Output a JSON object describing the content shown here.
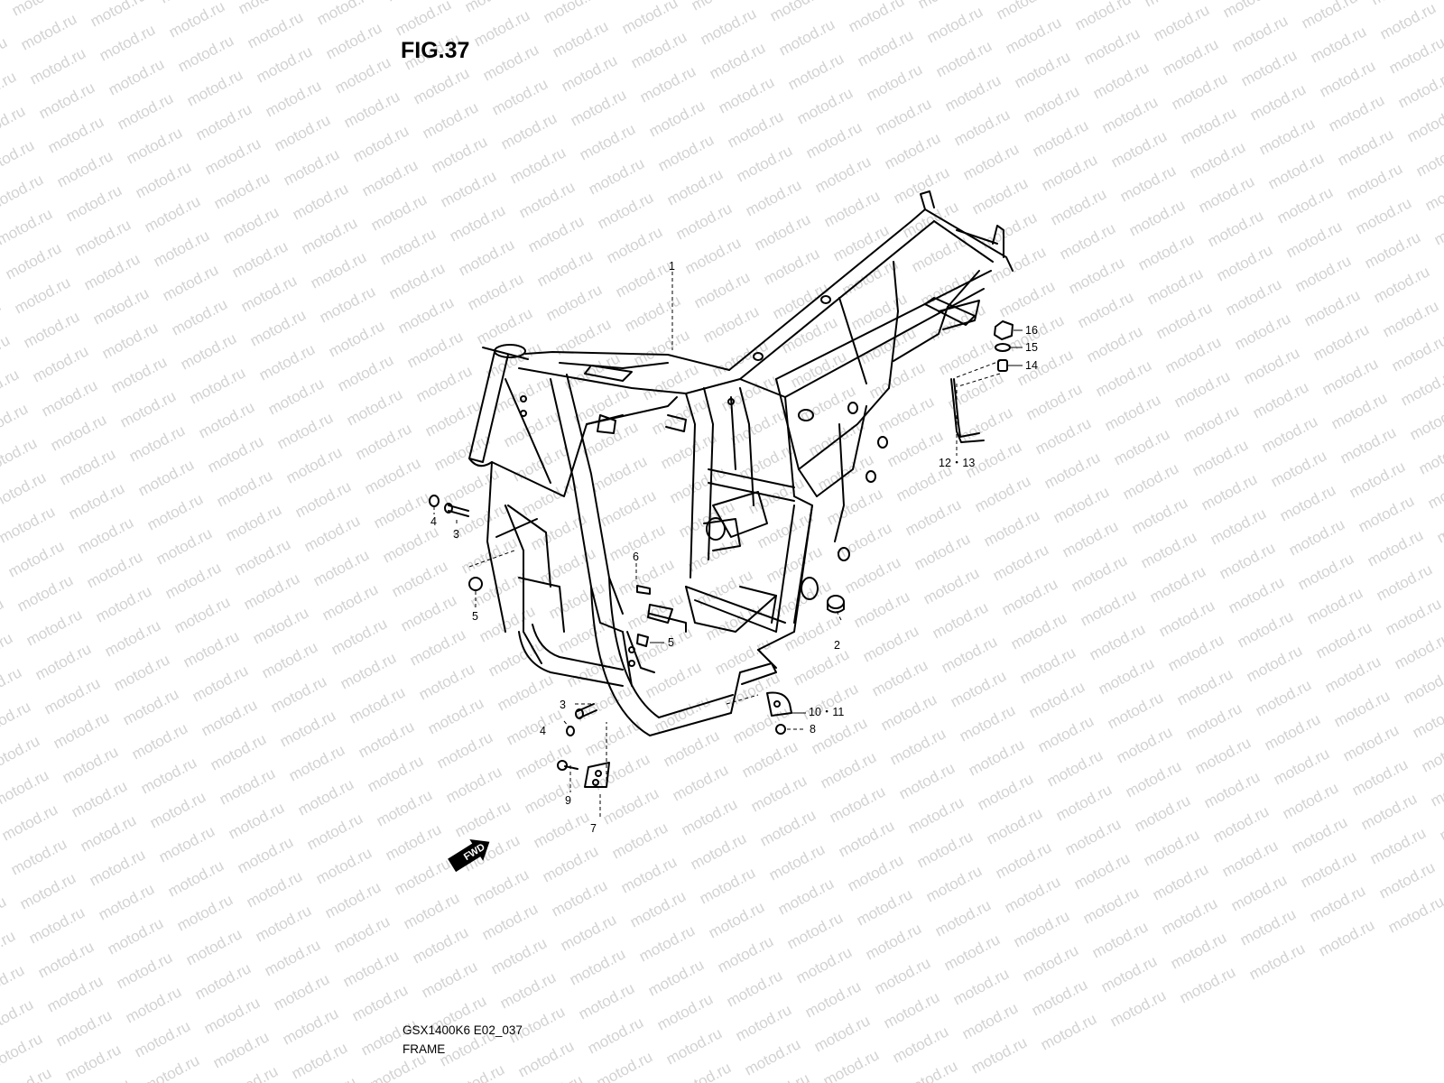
{
  "figure": {
    "title": "FIG.37"
  },
  "watermark": {
    "text": "motod.ru",
    "color": "#d2d2d2"
  },
  "diagram": {
    "model_code": "GSX1400K6 E02_037",
    "caption": "FRAME",
    "fwd_label": "FWD",
    "callouts": {
      "c1": "1",
      "c2": "2",
      "c3a": "3",
      "c3b": "3",
      "c4a": "4",
      "c4b": "4",
      "c5a": "5",
      "c5b": "5",
      "c6": "6",
      "c7": "7",
      "c8": "8",
      "c9": "9",
      "c10_11": "10・11",
      "c12_13": "12・13",
      "c14": "14",
      "c15": "15",
      "c16": "16"
    }
  }
}
